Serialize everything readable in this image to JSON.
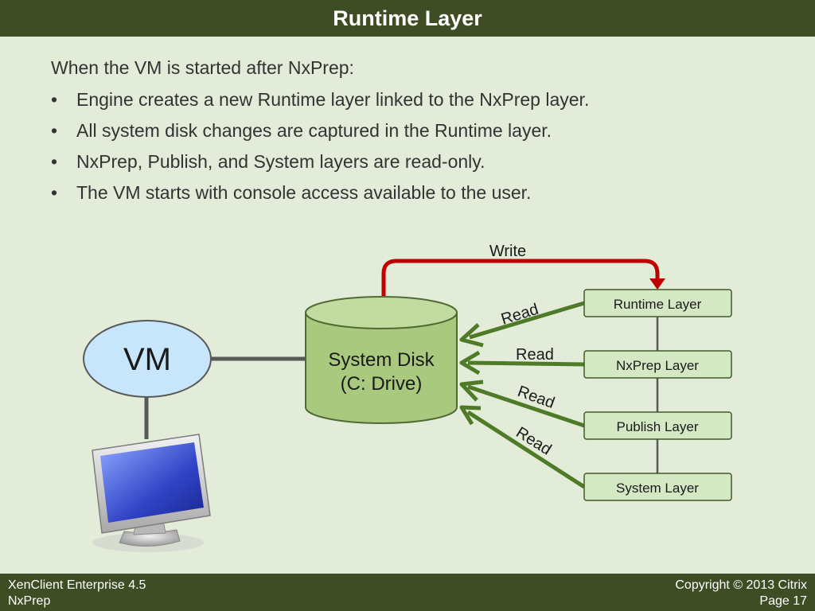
{
  "slide": {
    "title": "Runtime Layer",
    "intro": "When the VM is started after NxPrep:",
    "bullets": [
      "Engine creates a new Runtime layer linked to the NxPrep layer.",
      "All system disk changes are captured in the Runtime layer.",
      "NxPrep, Publish, and System layers are read-only.",
      "The VM starts with console access available to the user."
    ]
  },
  "diagram": {
    "vm_label": "VM",
    "disk_label_line1": "System Disk",
    "disk_label_line2": "(C: Drive)",
    "layers": [
      "Runtime Layer",
      "NxPrep Layer",
      "Publish Layer",
      "System Layer"
    ],
    "write_label": "Write",
    "read_labels": [
      "Read",
      "Read",
      "Read",
      "Read"
    ],
    "colors": {
      "layer_fill": "#d5e8c4",
      "disk_fill": "#a9c97f",
      "vm_fill": "#c7e6fb",
      "write_arrow": "#c00000",
      "read_arrow": "#4f7a28",
      "connector": "#595959"
    },
    "icons": [
      "monitor-icon"
    ]
  },
  "footer": {
    "product": "XenClient Enterprise 4.5",
    "module": "NxPrep",
    "copyright": "Copyright © 2013 Citrix",
    "page": "Page 17"
  }
}
